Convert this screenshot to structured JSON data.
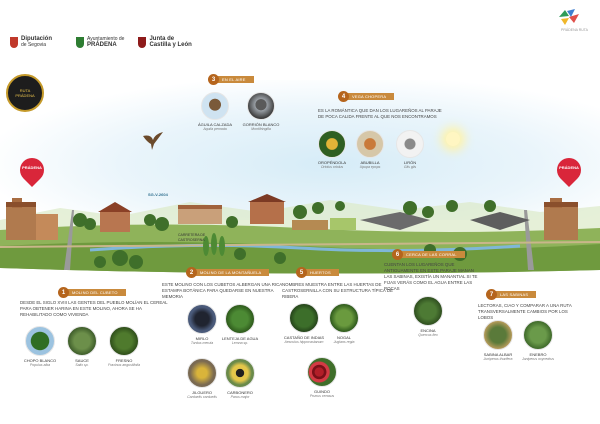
{
  "header": {
    "logos": [
      {
        "line1": "Diputación",
        "line2": "de Segovia"
      },
      {
        "line1": "Ayuntamiento de",
        "line2": "PRÁDENA"
      },
      {
        "line1": "Junta de",
        "line2": "Castilla y León"
      }
    ],
    "badge": {
      "line1": "RUTA",
      "line2": "PRÁDENA"
    },
    "app_logo_caption": "PRÁDENA RUTA"
  },
  "map": {
    "pin_left": "PRÁDENA",
    "pin_right": "PRÁDENA",
    "road": "SG-V-2604",
    "carretera": "CARRETERA DE CASTROSERNA"
  },
  "sections": {
    "s1": {
      "num": "1",
      "title": "MOLINO DEL CUBETO",
      "desc": "DESDE EL SIGLO XVIII LAS GENTES DEL PUEBLO MOLÍAN EL CEREAL PARA OBTENER HARINA EN ESTE MOLINO, AHORA SE HA REHABILITADO COMO VIVIENDA",
      "species": [
        {
          "name": "CHOPO BLANCO",
          "latin": "Populus alba"
        },
        {
          "name": "SAUCE",
          "latin": "Salix sp."
        },
        {
          "name": "FRESNO",
          "latin": "Fraxinus angustifolia"
        }
      ]
    },
    "s2": {
      "num": "2",
      "title": "MOLINO DE LA MONTAÑUELA",
      "desc": "ESTE MOLINO CON LOS CUBETOS ALBERGAN UNA RICA ESTAMPA BOTÁNICA PARA QUEDARSE EN NUESTRA MEMORIA",
      "species": [
        {
          "name": "MIRLO",
          "latin": "Turdus merula"
        },
        {
          "name": "LENTEJA DE AGUA",
          "latin": "Lemna sp."
        },
        {
          "name": "JILGUERO",
          "latin": "Carduelis carduelis"
        },
        {
          "name": "CARBONERO",
          "latin": "Parus major"
        }
      ]
    },
    "s3": {
      "num": "3",
      "title": "EN EL AIRE",
      "desc": "",
      "species": [
        {
          "name": "ÁGUILA CALZADA",
          "latin": "Aquila pennata"
        },
        {
          "name": "GORRIÓN BLANCO",
          "latin": "Montifringilla"
        }
      ]
    },
    "s4": {
      "num": "4",
      "title": "VEGA CHOPERA",
      "desc": "ES LA ROMÁNTICA QUE DAN LOS LUGAREÑOS AL PARAJE DE POCA CALIDA FRENTE AL QUE NOS ENCONTRAMOS",
      "species": [
        {
          "name": "OROPÉNDOLA",
          "latin": "Oriolus oriolus"
        },
        {
          "name": "ABUBILLA",
          "latin": "Upupa epops"
        },
        {
          "name": "LIRÓN",
          "latin": "Glis glis"
        }
      ]
    },
    "s5": {
      "num": "5",
      "title": "HUERTOS",
      "desc": "NOMBRES MUESTRA ENTRE LAS HUERTAS DE CASTROSERNILLA CON SU ESTRUCTURA TÍPICA DE RIBERA",
      "species": [
        {
          "name": "CASTAÑO DE INDIAS",
          "latin": "Aesculus hippocastanum"
        },
        {
          "name": "NOGAL",
          "latin": "Juglans regia"
        },
        {
          "name": "GUINDO",
          "latin": "Prunus cerasus"
        }
      ]
    },
    "s6": {
      "num": "6",
      "title": "CERCA DE LAS CORRAL",
      "desc": "CUENTAN LOS LUGAREÑOS QUE ANTIGUAMENTE EN ESTE PARAJE MANAN LAS SABINAS, EXISTÍA UN MANANTIAL SI TE FIJAS VERÁS COMO EL AGUA ENTRE LAS ROCAS",
      "species": [
        {
          "name": "ENCINA",
          "latin": "Quercus ilex"
        }
      ]
    },
    "s7": {
      "num": "7",
      "title": "LAS SABINAS",
      "desc": "LECTORAS, CIAO Y COMPARAR A UNA RUTA TRANSVERSALMENTE CAMBIOS POR LOS LOBOS",
      "species": [
        {
          "name": "SABINA ALBAR",
          "latin": "Juniperus thurifera"
        },
        {
          "name": "ENEBRO",
          "latin": "Juniperus oxycedrus"
        }
      ]
    }
  },
  "colors": {
    "accent": "#c98a3c",
    "pin": "#d9263a",
    "sky": "#d6ecf7",
    "grass": "#7aa54a"
  }
}
